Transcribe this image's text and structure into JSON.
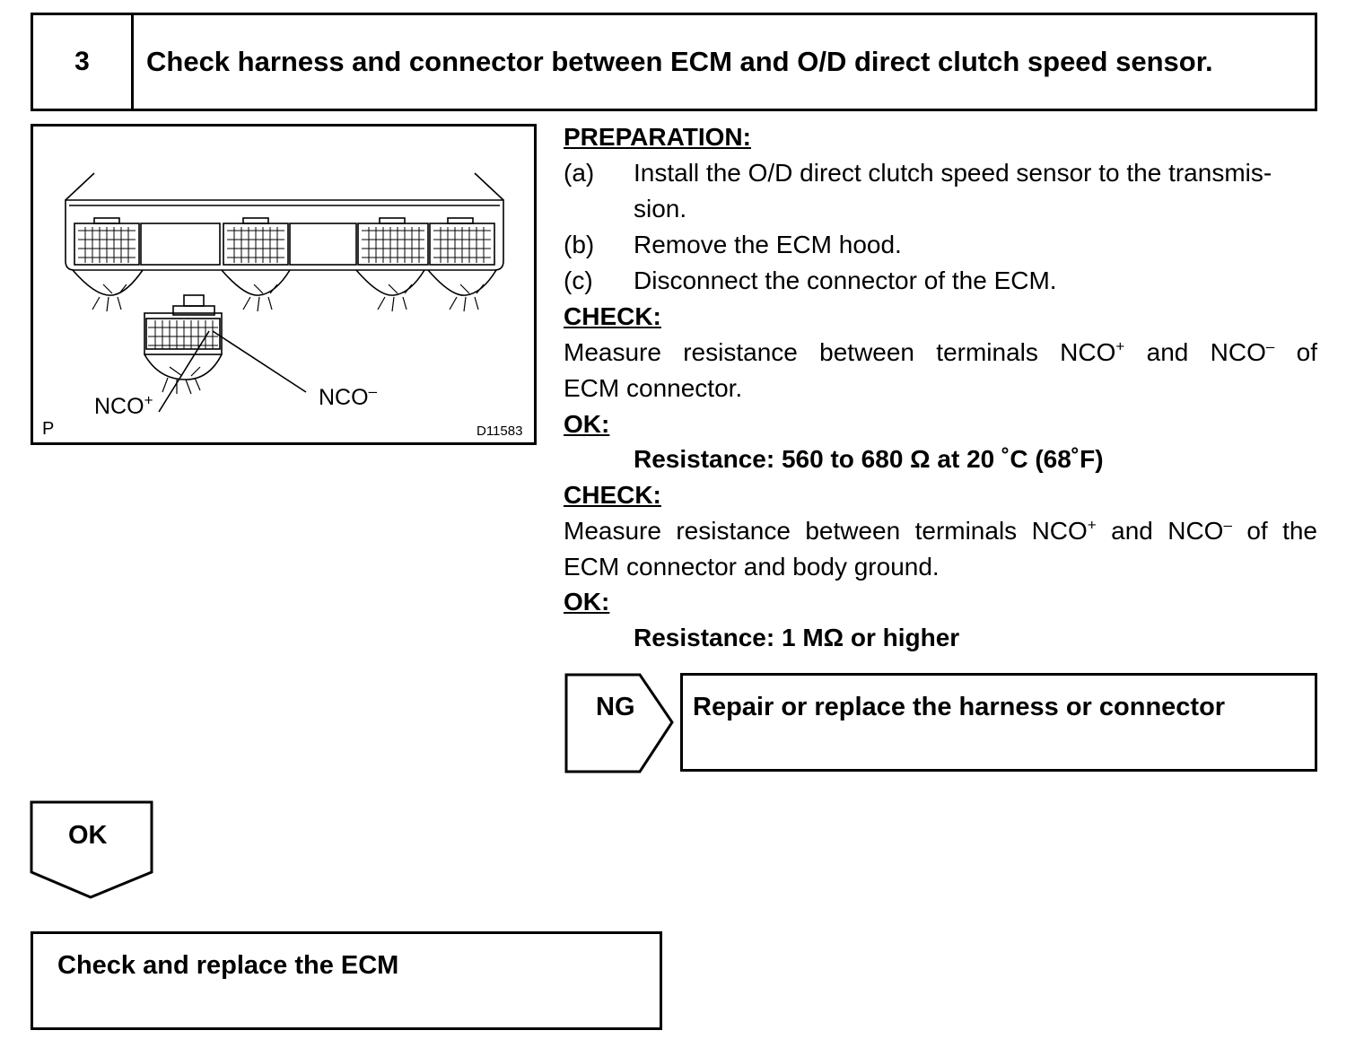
{
  "step": {
    "number": "3",
    "title": "Check harness and connector between ECM and O/D direct clutch speed sensor."
  },
  "figure": {
    "label_nco_plus": "NCO",
    "label_nco_minus": "NCO",
    "plus_sign": "+",
    "minus_sign": "–",
    "corner_letter": "P",
    "figure_id": "D11583"
  },
  "preparation": {
    "heading": "PREPARATION:",
    "steps": [
      {
        "mark": "(a)",
        "line1": "Install the O/D direct clutch speed sensor to the transmis-",
        "line2": "sion."
      },
      {
        "mark": "(b)",
        "line1": "Remove the ECM hood."
      },
      {
        "mark": "(c)",
        "line1": "Disconnect the connector of the ECM."
      }
    ]
  },
  "check1": {
    "heading": "CHECK:",
    "line1_a": "Measure resistance between terminals NCO",
    "line1_b": " and NCO",
    "line1_c": " of",
    "line2": "ECM connector.",
    "ok_heading": "OK:",
    "spec": "Resistance: 560 to 680 Ω at 20 ˚C (68˚F)"
  },
  "check2": {
    "heading": "CHECK:",
    "line1_a": "Measure resistance between terminals NCO",
    "line1_b": " and NCO",
    "line1_c": " of the",
    "line2": "ECM connector and body ground.",
    "ok_heading": "OK:",
    "spec": "Resistance: 1 MΩ or higher"
  },
  "ng": {
    "label": "NG",
    "action": "Repair or replace the harness or connector"
  },
  "ok": {
    "label": "OK",
    "action": "Check and replace the ECM"
  }
}
